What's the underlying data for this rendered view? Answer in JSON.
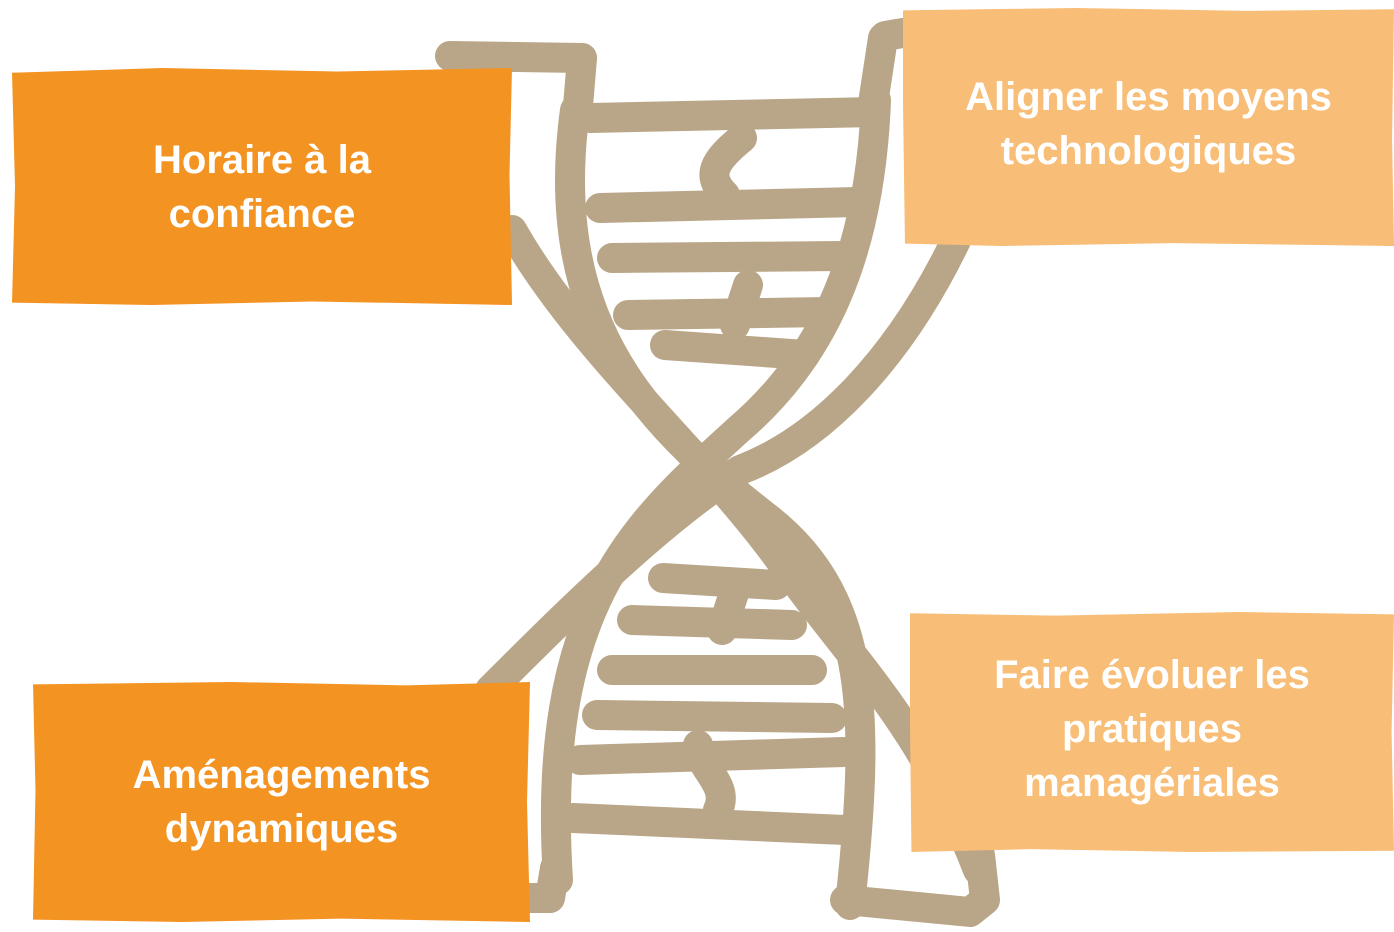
{
  "colors": {
    "dark_orange": "#F39322",
    "light_orange": "#F8BD76",
    "helix": "#B9A587",
    "text": "#FFFFFF"
  },
  "cards": {
    "top_left": {
      "lines": [
        "Horaire à la",
        "confiance"
      ],
      "color": "#F39322"
    },
    "top_right": {
      "lines": [
        "Aligner les moyens",
        "technologiques"
      ],
      "color": "#F8BD76"
    },
    "bottom_left": {
      "lines": [
        "Aménagements",
        "dynamiques"
      ],
      "color": "#F39322"
    },
    "bottom_right": {
      "lines": [
        "Faire évoluer les",
        "pratiques",
        "managériales"
      ],
      "color": "#F8BD76"
    }
  }
}
